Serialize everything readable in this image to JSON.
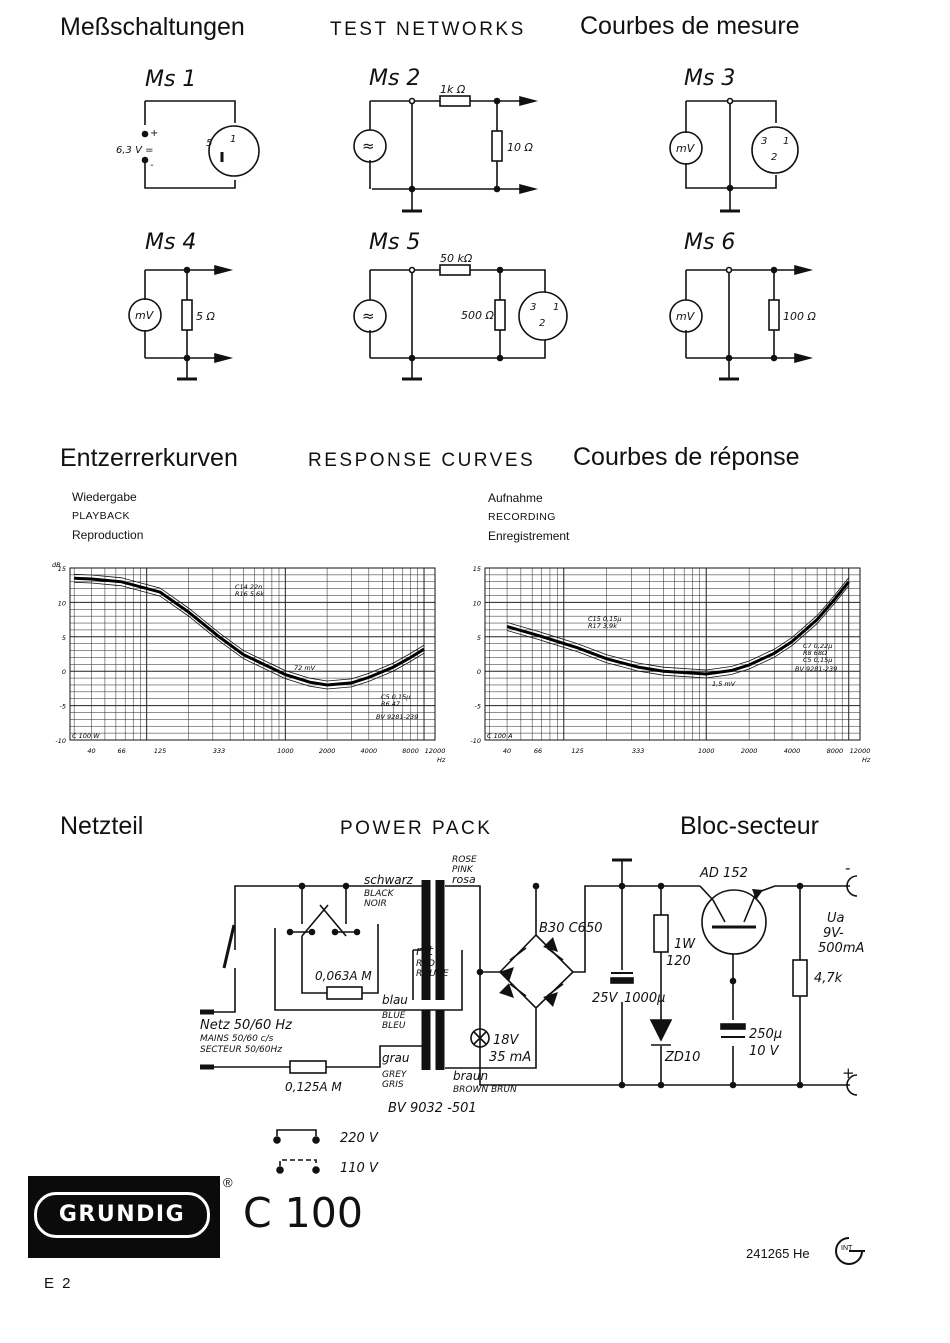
{
  "section1": {
    "title_de": "Meßschaltungen",
    "title_en": "TEST NETWORKS",
    "title_fr": "Courbes de mesure"
  },
  "circuits": {
    "ms1": {
      "name": "Ms 1",
      "voltage": "6,3 V =",
      "plus": "+",
      "minus": "-",
      "pin_a": "5",
      "pin_b": "1"
    },
    "ms2": {
      "name": "Ms 2",
      "r_series": "1k Ω",
      "r_load": "10 Ω",
      "source": "≈"
    },
    "ms3": {
      "name": "Ms 3",
      "meter": "mV",
      "pin_a": "3",
      "pin_b": "1",
      "pin_c": "2"
    },
    "ms4": {
      "name": "Ms 4",
      "meter": "mV",
      "r_load": "5 Ω"
    },
    "ms5": {
      "name": "Ms 5",
      "r_series": "50 kΩ",
      "r_load": "500 Ω",
      "source": "≈",
      "pin_a": "3",
      "pin_b": "1",
      "pin_c": "2"
    },
    "ms6": {
      "name": "Ms 6",
      "meter": "mV",
      "r_load": "100 Ω"
    }
  },
  "section2": {
    "title_de": "Entzerrerkurven",
    "title_en": "RESPONSE CURVES",
    "title_fr": "Courbes de réponse"
  },
  "playback": {
    "de": "Wiedergabe",
    "en": "PLAYBACK",
    "fr": "Reproduction"
  },
  "recording": {
    "de": "Aufnahme",
    "en": "RECORDING",
    "fr": "Enregistrement"
  },
  "chart_data": [
    {
      "type": "line",
      "title": "Wiedergabe / PLAYBACK / Reproduction",
      "ylabel": "dB",
      "xlabel": "Hz",
      "x_scale": "log",
      "xlim": [
        28,
        12000
      ],
      "ylim": [
        -10,
        15
      ],
      "x_ticks": [
        "40",
        "66",
        "125",
        "333",
        "1000",
        "2000",
        "4000",
        "8000",
        "12000"
      ],
      "y_ticks": [
        "15",
        "10",
        "5",
        "0",
        "-5",
        "-10"
      ],
      "annotations": [
        "C14 22n",
        "R16 5,6k",
        "72 mV",
        "C5 0,15µ",
        "R6 47",
        "BV 9281-239",
        "C 100 W"
      ],
      "series": [
        {
          "x": [
            30,
            40,
            66,
            125,
            200,
            333,
            500,
            1000,
            1500,
            2000,
            3000,
            4000,
            6000,
            8000,
            10000
          ],
          "values": [
            13.5,
            13.4,
            13.0,
            11.5,
            8.6,
            5.0,
            2.4,
            -0.5,
            -1.6,
            -2.0,
            -1.7,
            -0.9,
            0.6,
            2.0,
            3.2
          ]
        }
      ]
    },
    {
      "type": "line",
      "title": "Aufnahme / RECORDING / Enregistrement",
      "ylabel": "",
      "xlabel": "Hz",
      "x_scale": "log",
      "xlim": [
        28,
        12000
      ],
      "ylim": [
        -10,
        15
      ],
      "x_ticks": [
        "40",
        "66",
        "125",
        "333",
        "1000",
        "2000",
        "4000",
        "8000",
        "12000"
      ],
      "y_ticks": [
        "15",
        "10",
        "5",
        "0",
        "-5",
        "-10"
      ],
      "annotations": [
        "C15 0,15µ",
        "R17 3,9k",
        "1,5 mV",
        "C7 0,22µ",
        "R8 68Ω",
        "C5 0,15µ",
        "BV 9281-239",
        "C 100 A"
      ],
      "series": [
        {
          "x": [
            40,
            66,
            125,
            200,
            333,
            500,
            1000,
            1500,
            2000,
            3000,
            4000,
            6000,
            8000,
            10000
          ],
          "values": [
            6.5,
            5.2,
            3.4,
            1.8,
            0.6,
            0.0,
            -0.4,
            0.1,
            0.9,
            2.6,
            4.3,
            7.5,
            10.5,
            13.0
          ]
        }
      ]
    }
  ],
  "section3": {
    "title_de": "Netzteil",
    "title_en": "POWER PACK",
    "title_fr": "Bloc-secteur"
  },
  "power": {
    "rose": "ROSE",
    "pink": "PINK",
    "rosa": "rosa",
    "schwarz": "schwarz",
    "black": "BLACK",
    "noir": "NOIR",
    "rot": "rot",
    "red": "RED",
    "rouge": "ROUGE",
    "blau": "blau",
    "blue": "BLUE",
    "bleu": "BLEU",
    "grau": "grau",
    "grey": "GREY",
    "gris": "GRIS",
    "braun": "braun",
    "brown_brun": "BROWN BRUN",
    "fuse1": "0,063A M",
    "fuse2": "0,125A M",
    "netz": "Netz   50/60 Hz",
    "mains": "MAINS   50/60 c/s",
    "secteur": "SECTEUR 50/60Hz",
    "rectifier": "B30 C650",
    "transistor": "AD 152",
    "lamp": "18V",
    "lamp_current": "35 mA",
    "cap1": "25V",
    "cap1_value": "1000µ",
    "r1_power": "1W",
    "r1_value": "120",
    "zener": "ZD10",
    "cap2": "250µ",
    "cap2_v": "10 V",
    "r2": "4,7k",
    "out_ua": "Ua",
    "out_v": "9V-",
    "out_i": "500mA",
    "plus": "+",
    "minus": "-",
    "transformer": "BV 9032 -501",
    "v220": "220 V",
    "v110": "110 V"
  },
  "brand": {
    "logo": "GRUNDIG",
    "reg": "®",
    "model": "C 100"
  },
  "footer": {
    "doc_number": "241265 He",
    "page": "E 2",
    "int_mark": "INT"
  }
}
